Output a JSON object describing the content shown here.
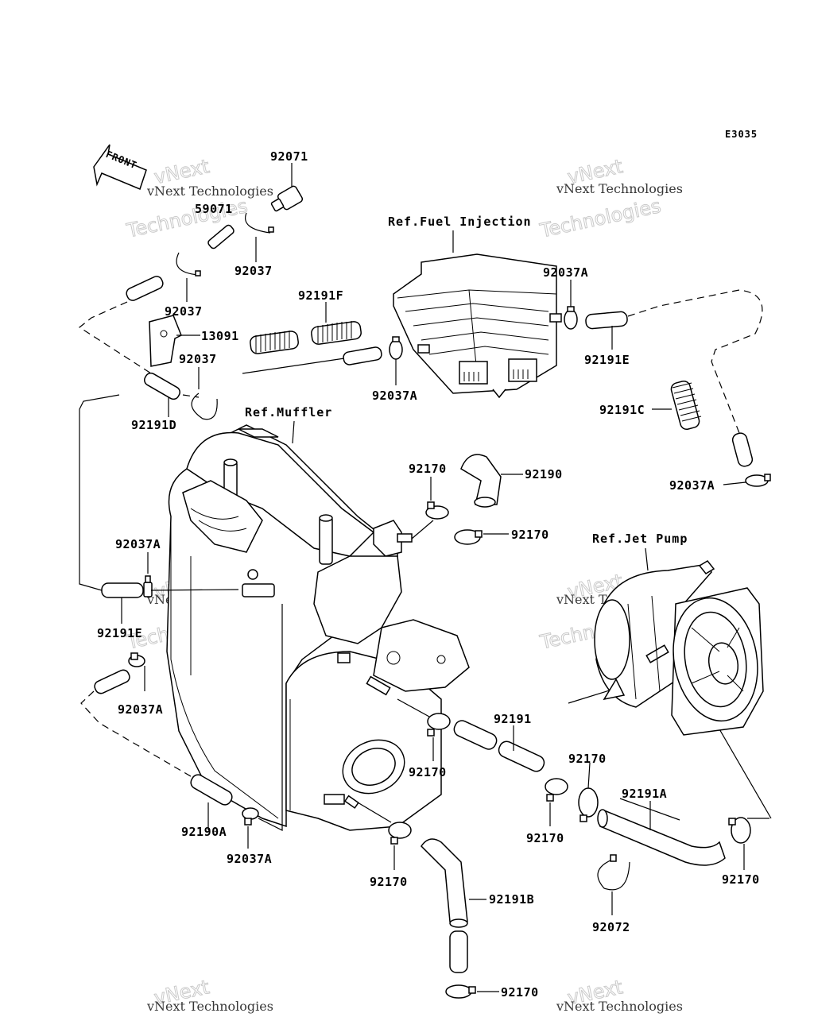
{
  "diagram_code": "E3035",
  "front_label": "FRONT",
  "watermark": {
    "line1": "vNext Technologies",
    "line2": "vNext",
    "line3": "Technologies"
  },
  "references": {
    "fuel_injection": "Ref.Fuel Injection",
    "muffler": "Ref.Muffler",
    "jet_pump": "Ref.Jet Pump"
  },
  "part_labels": {
    "p92071": "92071",
    "p59071": "59071",
    "p92037_a": "92037",
    "p92037_b": "92037",
    "p92037_c": "92037",
    "p13091": "13091",
    "p92191F": "92191F",
    "p92037A_top": "92037A",
    "p92191E_top": "92191E",
    "p92037A_mid": "92037A",
    "p92191D": "92191D",
    "p92191C": "92191C",
    "p92037A_right": "92037A",
    "p92170_a": "92170",
    "p92190": "92190",
    "p92170_b": "92170",
    "p92037A_left": "92037A",
    "p92191E_left": "92191E",
    "p92037A_lower": "92037A",
    "p92191": "92191",
    "p92170_c": "92170",
    "p92170_d": "92170",
    "p92191A": "92191A",
    "p92170_e": "92170",
    "p92190A": "92190A",
    "p92037A_bottom": "92037A",
    "p92170_f": "92170",
    "p92191B": "92191B",
    "p92170_g": "92170",
    "p92072": "92072",
    "p92170_h": "92170"
  }
}
